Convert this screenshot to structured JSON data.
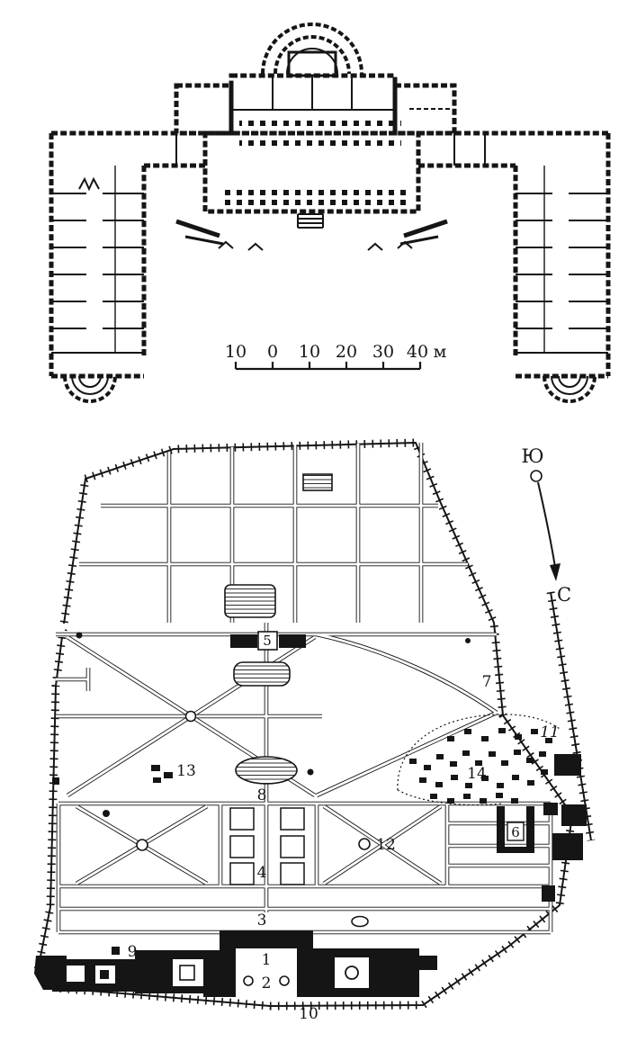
{
  "meta": {
    "paper_color": "#ffffff",
    "ink_color": "#151515"
  },
  "scale_bar": {
    "labels": [
      "10",
      "0",
      "10",
      "20",
      "30",
      "40"
    ],
    "unit": "м"
  },
  "compass": {
    "south_label": "Ю",
    "north_label": "С"
  },
  "site_plan": {
    "labels": [
      {
        "text": "1"
      },
      {
        "text": "2"
      },
      {
        "text": "3"
      },
      {
        "text": "4"
      },
      {
        "text": "5"
      },
      {
        "text": "6"
      },
      {
        "text": "7"
      },
      {
        "text": "8"
      },
      {
        "text": "9"
      },
      {
        "text": "10"
      },
      {
        "text": "11"
      },
      {
        "text": "12"
      },
      {
        "text": "13"
      },
      {
        "text": "14"
      }
    ]
  }
}
